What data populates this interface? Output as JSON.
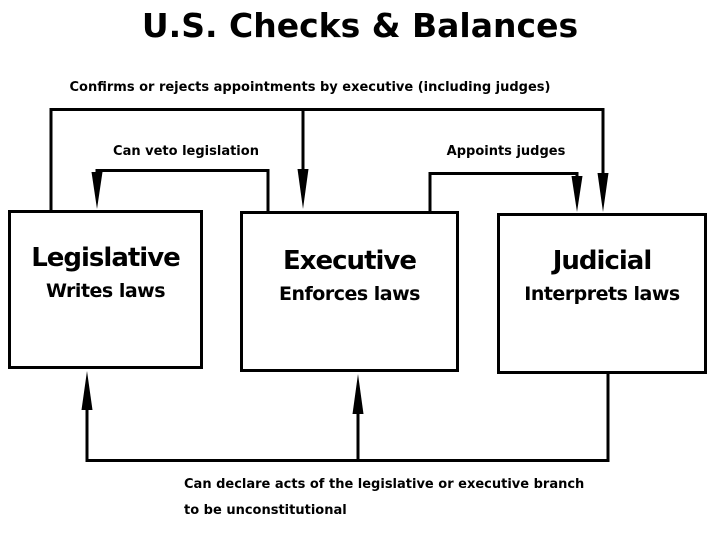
{
  "title": "U.S. Checks & Balances",
  "labels": {
    "confirms": "Confirms or rejects appointments by executive (including judges)",
    "veto": "Can veto legislation",
    "appoints": "Appoints judges",
    "declare_line1": "Can declare acts of the legislative or executive branch",
    "declare_line2": "to be unconstitutional"
  },
  "boxes": [
    {
      "name": "Legislative",
      "role": "Writes laws"
    },
    {
      "name": "Executive",
      "role": "Enforces laws"
    },
    {
      "name": "Judicial",
      "role": "Interprets laws"
    }
  ],
  "colors": {
    "ink": "#000000",
    "background": "#ffffff"
  }
}
